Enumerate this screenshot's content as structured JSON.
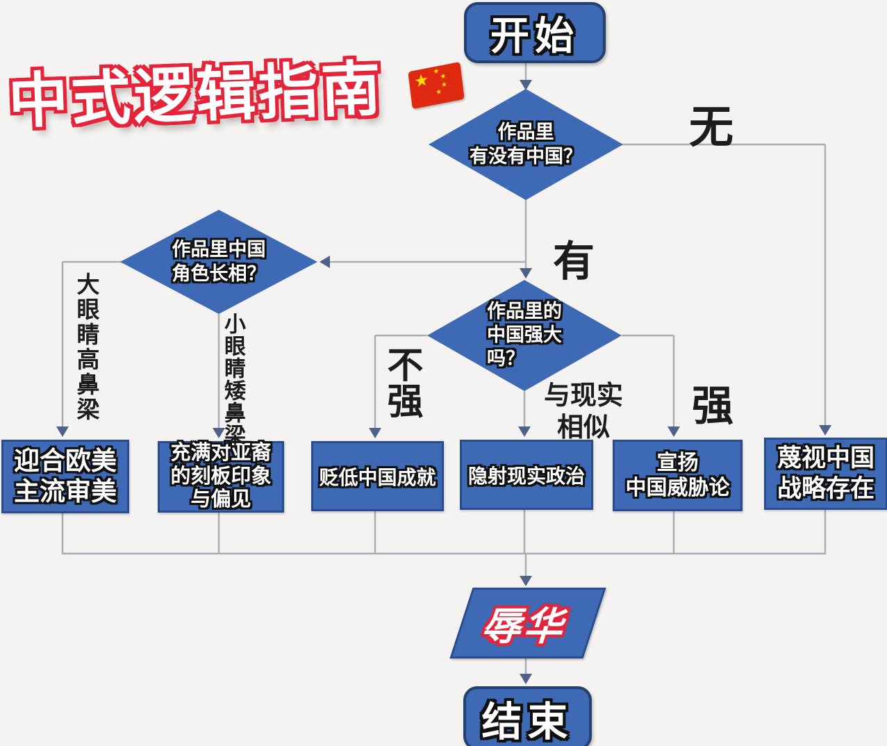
{
  "title": {
    "text": "中式逻辑指南"
  },
  "icons": {
    "flag_star": "★"
  },
  "nodes": {
    "start": "开始",
    "d1": "作品里\n有没有中国？",
    "d2": "作品里中国\n角色长相？",
    "d3": "作品里的\n中国强大\n吗？",
    "outcome1": "迎合欧美\n主流审美",
    "outcome2": "充满对亚裔\n的刻板印象\n与偏见",
    "outcome3": "贬低中国成就",
    "outcome4": "隐射现实政治",
    "outcome5": "宣扬\n中国威胁论",
    "outcome6": "蔑视中国\n战略存在",
    "verdict": "辱华",
    "end": "结束"
  },
  "branch_labels": {
    "none": "无",
    "has": "有",
    "big_eyes": "大眼睛高鼻梁",
    "small_eyes": "小眼睛矮鼻梁",
    "not_strong": "不强",
    "like_reality": "与现实\n相似",
    "strong": "强"
  },
  "colors": {
    "shape_blue": "#3e6ab5",
    "shape_border": "#2b4c8c",
    "title_red": "#e5243a",
    "line_gray": "#a8aeb8",
    "arrow_slate": "#4d6189",
    "flag_red": "#de2910",
    "flag_yellow": "#ffde00",
    "background": "#f4f3f1"
  }
}
